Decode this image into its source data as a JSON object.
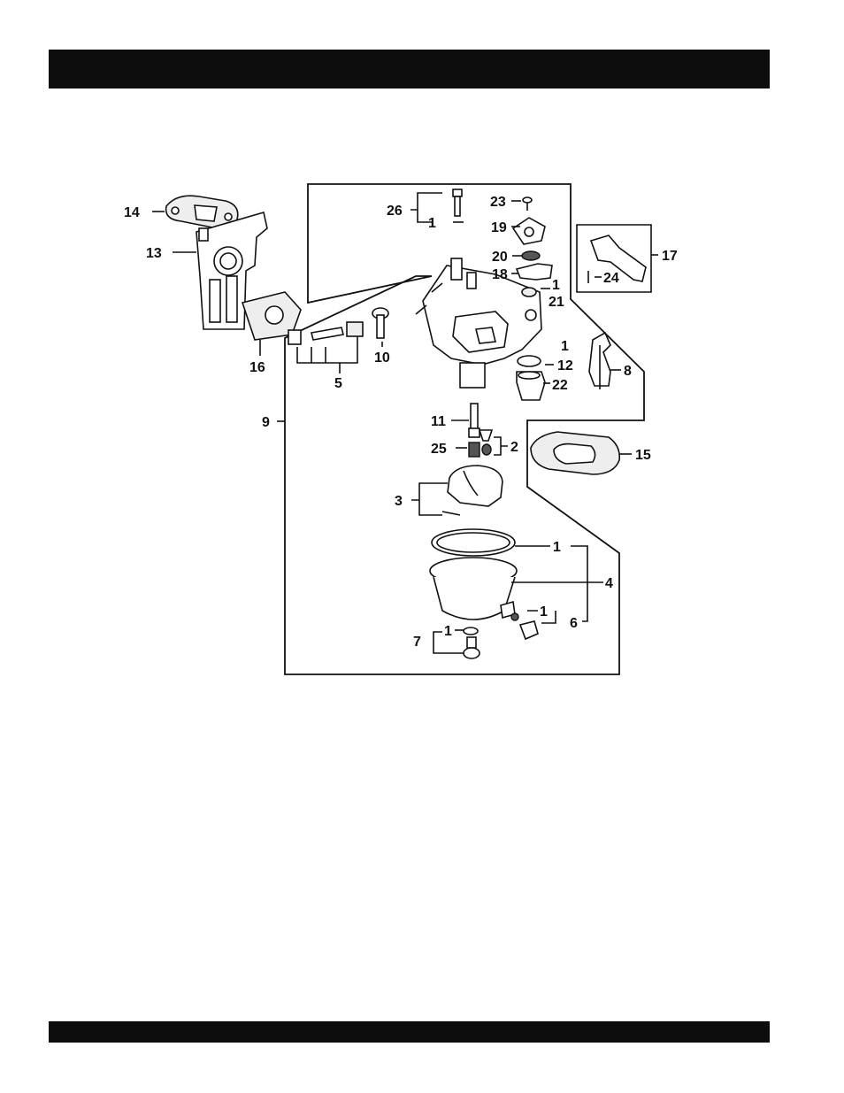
{
  "header_bar": {
    "color": "#0d0d0d"
  },
  "footer_bar": {
    "color": "#0d0d0d"
  },
  "diagram": {
    "callouts": {
      "n1": "1",
      "n2": "2",
      "n3": "3",
      "n4": "4",
      "n5": "5",
      "n6": "6",
      "n7": "7",
      "n8": "8",
      "n9": "9",
      "n10": "10",
      "n11": "11",
      "n12": "12",
      "n13": "13",
      "n14": "14",
      "n15": "15",
      "n16": "16",
      "n17": "17",
      "n18": "18",
      "n19": "19",
      "n20": "20",
      "n21": "21",
      "n22": "22",
      "n23": "23",
      "n24": "24",
      "n25": "25",
      "n26": "26"
    }
  }
}
